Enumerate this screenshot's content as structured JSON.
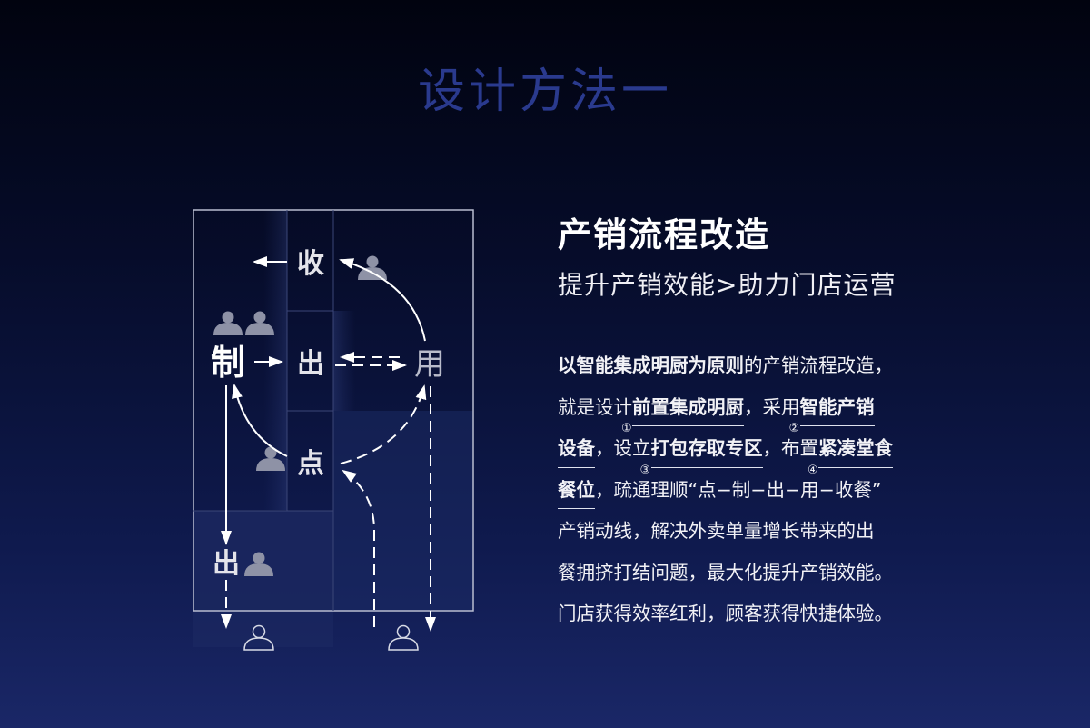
{
  "slide_title": "设计方法一",
  "heading": "产销流程改造",
  "subheading": "提升产销效能>助力门店运营",
  "diagram": {
    "nodes": {
      "collect": "收",
      "make": "制",
      "out_center": "出",
      "use": "用",
      "order": "点",
      "out_bottom": "出"
    }
  },
  "body": {
    "l1a": "以智能集成明厨为原则",
    "l1b": "的产销流程改造，",
    "l2a": "就是设计",
    "l2b": "前置集成明厨",
    "l2c": "，采用",
    "l2d": "智能产销",
    "l3a": "设备",
    "l3b": "，设立",
    "l3c": "打包存取专区",
    "l3d": "，布置",
    "l3e": "紧凑堂食",
    "l4a": "餐位",
    "l4b": "，疏通理顺“点−制−出−用−收餐”",
    "l5": "产销动线，解决外卖单量增长带来的出",
    "l6": "餐拥挤打结问题，最大化提升产销效能。",
    "l7": "门店获得效率红利，顾客获得快捷体验。",
    "n1": "①",
    "n2": "②",
    "n3": "③",
    "n4": "④"
  }
}
